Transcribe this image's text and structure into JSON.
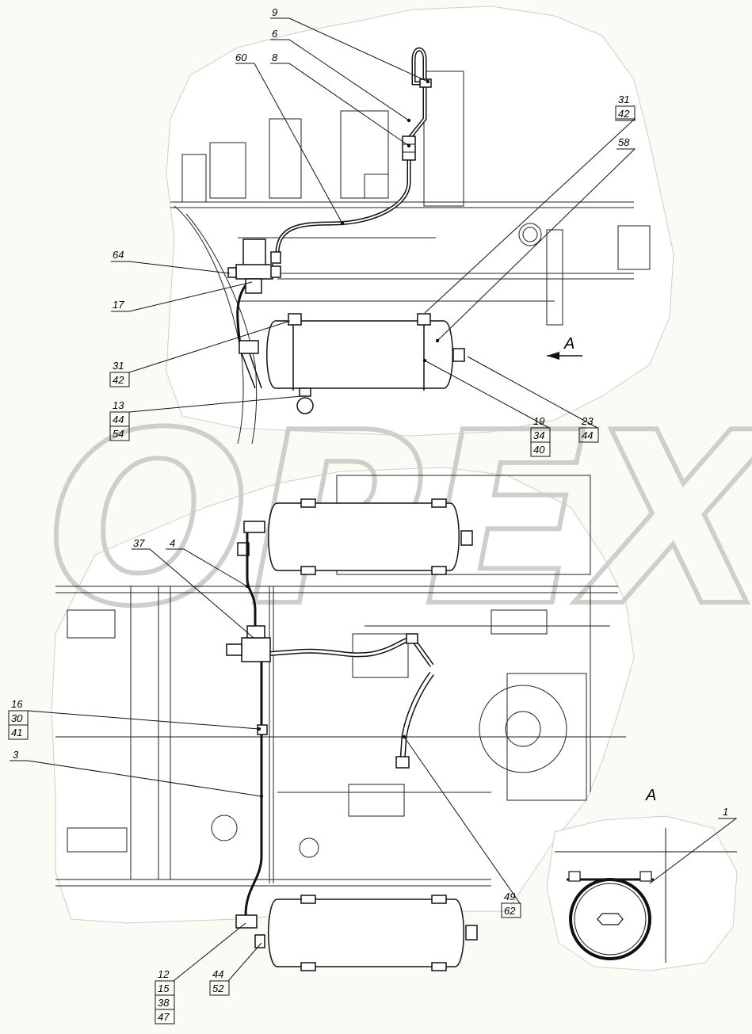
{
  "watermark": "OPEX",
  "view_marker": "A",
  "callouts": [
    {
      "id": "c9",
      "lines": [
        "9"
      ]
    },
    {
      "id": "c6",
      "lines": [
        "6"
      ]
    },
    {
      "id": "c60",
      "lines": [
        "60"
      ]
    },
    {
      "id": "c8",
      "lines": [
        "8"
      ]
    },
    {
      "id": "c31a",
      "lines": [
        "31",
        "42"
      ]
    },
    {
      "id": "c58",
      "lines": [
        "58"
      ]
    },
    {
      "id": "c64",
      "lines": [
        "64"
      ]
    },
    {
      "id": "c17",
      "lines": [
        "17"
      ]
    },
    {
      "id": "c31b",
      "lines": [
        "31",
        "42"
      ]
    },
    {
      "id": "c13",
      "lines": [
        "13",
        "44",
        "54"
      ]
    },
    {
      "id": "c19",
      "lines": [
        "19",
        "34",
        "40"
      ]
    },
    {
      "id": "c23",
      "lines": [
        "23",
        "44"
      ]
    },
    {
      "id": "c37",
      "lines": [
        "37"
      ]
    },
    {
      "id": "c4",
      "lines": [
        "4"
      ]
    },
    {
      "id": "c16",
      "lines": [
        "16",
        "30",
        "41"
      ]
    },
    {
      "id": "c3",
      "lines": [
        "3"
      ]
    },
    {
      "id": "c49",
      "lines": [
        "49",
        "62"
      ]
    },
    {
      "id": "c1",
      "lines": [
        "1"
      ]
    },
    {
      "id": "c12",
      "lines": [
        "12",
        "15",
        "38",
        "47"
      ]
    },
    {
      "id": "c44",
      "lines": [
        "44",
        "52"
      ]
    }
  ]
}
